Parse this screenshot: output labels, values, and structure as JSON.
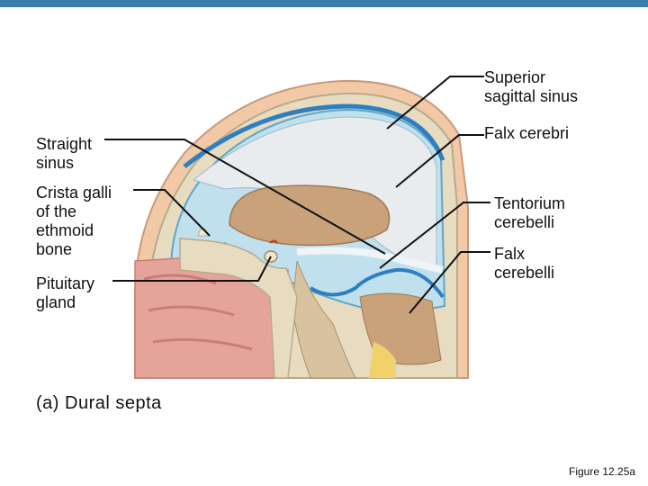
{
  "labels": {
    "superior_sagittal_sinus": "Superior\nsagittal sinus",
    "falx_cerebri": "Falx cerebri",
    "straight_sinus": "Straight\nsinus",
    "crista_galli": "Crista galli\nof the\nethmoid\nbone",
    "tentorium_cerebelli": "Tentorium\ncerebelli",
    "falx_cerebelli": "Falx\ncerebelli",
    "pituitary_gland": "Pituitary\ngland"
  },
  "caption": "(a) Dural septa",
  "figure_number": "Figure 12.25a",
  "colors": {
    "accent_bar": "#3b7fb0",
    "sinus_blue": "#2f7fc0",
    "skin": "#f2c9a6",
    "bone": "#e8dcc0",
    "brain_tan": "#c9a27a",
    "nasal_pink": "#e6a39a"
  }
}
